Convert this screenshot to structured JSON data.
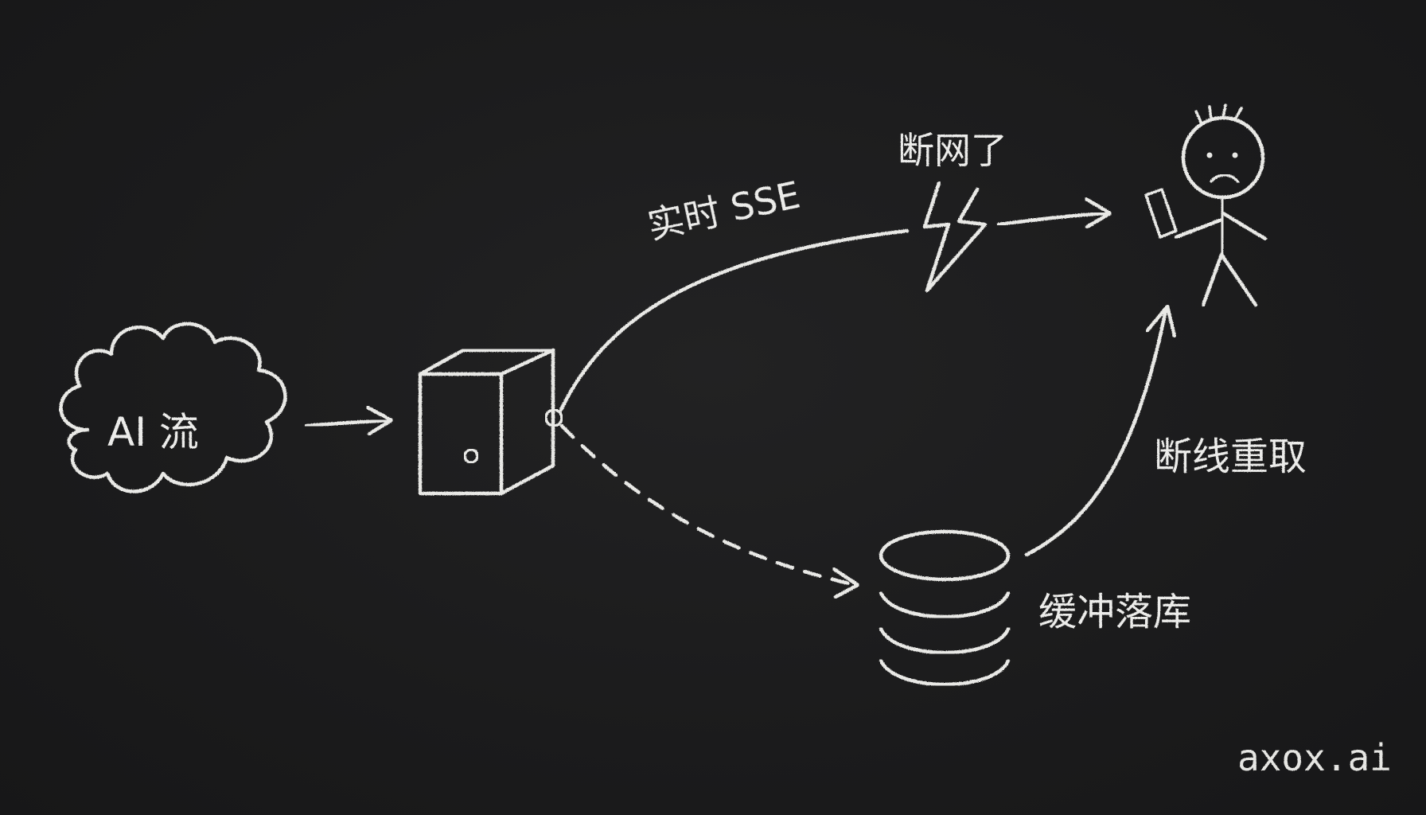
{
  "diagram": {
    "labels": {
      "source": "AI 流",
      "realtime": "实时 SSE",
      "disconnect": "断网了",
      "refetch": "断线重取",
      "buffer": "缓冲落库"
    },
    "watermark": "axox.ai",
    "colors": {
      "background": "#1b1b1c",
      "chalk": "#e9e9e6"
    }
  }
}
